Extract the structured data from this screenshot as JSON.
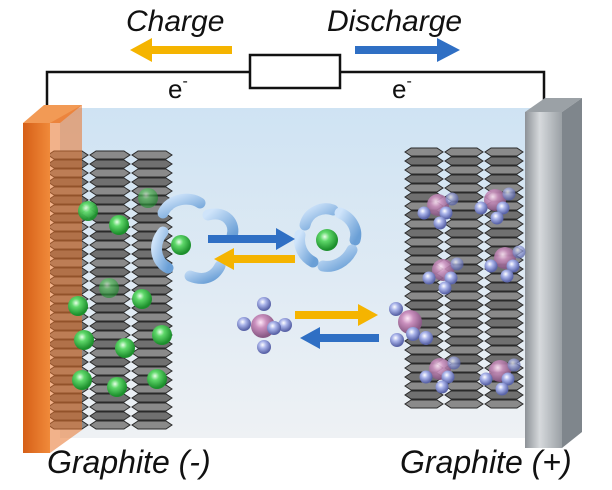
{
  "diagram": {
    "title": "Dual-graphite battery schematic",
    "charge_label": "Charge",
    "discharge_label": "Discharge",
    "electron_left": "e",
    "electron_right": "e",
    "electron_superscript": "-",
    "anode_label": "Graphite (-)",
    "cathode_label": "Graphite (+)",
    "colors": {
      "charge_arrow": "#f5b400",
      "discharge_arrow": "#2f6fc4",
      "anode_current_collector": "#e8732a",
      "cathode_current_collector": "#a7adb3",
      "electrolyte": "#d6e8f4",
      "graphite": "#6b6b6b",
      "cation": "#3cc24a",
      "solvent_shell": "#8fbbe6",
      "anion_center": "#c48bb6",
      "anion_ligand": "#a9b4e6"
    },
    "components": [
      {
        "name": "external-resistor"
      },
      {
        "name": "anode-graphite-stack",
        "intercalant": "cation"
      },
      {
        "name": "cathode-graphite-stack",
        "intercalant": "anion"
      },
      {
        "name": "solvated-cation"
      },
      {
        "name": "anion-complex"
      }
    ]
  }
}
